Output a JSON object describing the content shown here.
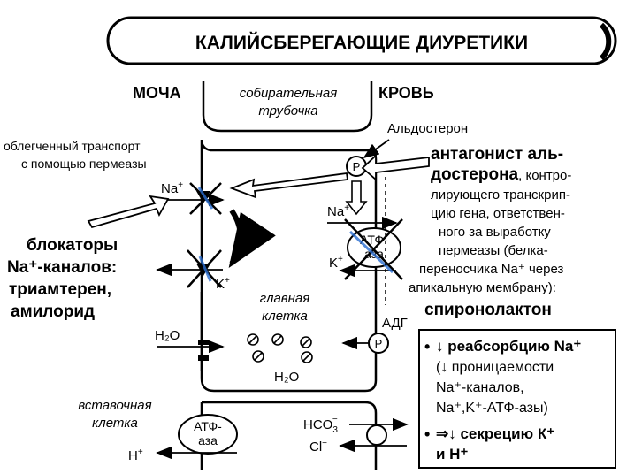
{
  "title": "КАЛИЙСБЕРЕГАЮЩИЕ ДИУРЕТИКИ",
  "header": {
    "left": "МОЧА",
    "right": "КРОВЬ",
    "tubule_line1": "собирательная",
    "tubule_line2": "трубочка"
  },
  "labels": {
    "facilitated_line1": "облегченный транспорт",
    "facilitated_line2": "с помощью пермеазы",
    "aldosterone": "Альдостерон",
    "na_left": "Na",
    "na_right": "Na",
    "k_left": "K",
    "k_right": "K",
    "plus": "+",
    "atp_right_line1": "АТФ-",
    "atp_right_line2": "аза",
    "atp_bottom_line1": "АТФ-",
    "atp_bottom_line2": "аза",
    "p_symbol": "P",
    "adh": "АДГ",
    "water_left": "H₂O",
    "water_center": "H₂O",
    "main_cell_line1": "главная",
    "main_cell_line2": "клетка",
    "intercalated_line1": "вставочная",
    "intercalated_line2": "клетка",
    "proton": "H",
    "hco3": "HCO",
    "hco3_sub": "3",
    "hco3_sup": "−",
    "chloride": "Cl"
  },
  "blockers": {
    "line1": "блокаторы",
    "line2": "Na⁺-каналов:",
    "line3": "триамтерен,",
    "line4": "амилорид"
  },
  "antagonist": {
    "line1": "антагонист аль-",
    "line2_bold": "достерона",
    "line2_rest": ", контро-",
    "line3": "лирующего транскрип-",
    "line4": "цию гена, ответствен-",
    "line5": "ного за выработку",
    "line6": "пермеазы (белка-",
    "line7": "переносчика Na⁺ через",
    "line8": "апикальную мембрану):",
    "drug": "спиронолактон"
  },
  "effects": {
    "bullet": "•",
    "e1_line1": "↓ реабсорбцию Na⁺",
    "e1_line2": "(↓ проницаемости",
    "e1_line3": "Na⁺-каналов,",
    "e1_line4": "Na⁺,K⁺-АТФ-азы)",
    "e2_line1": "⇒↓ секрецию К⁺",
    "e2_line2": "и Н⁺"
  },
  "colors": {
    "accent": "#2b6fd1",
    "ink": "#000000"
  }
}
